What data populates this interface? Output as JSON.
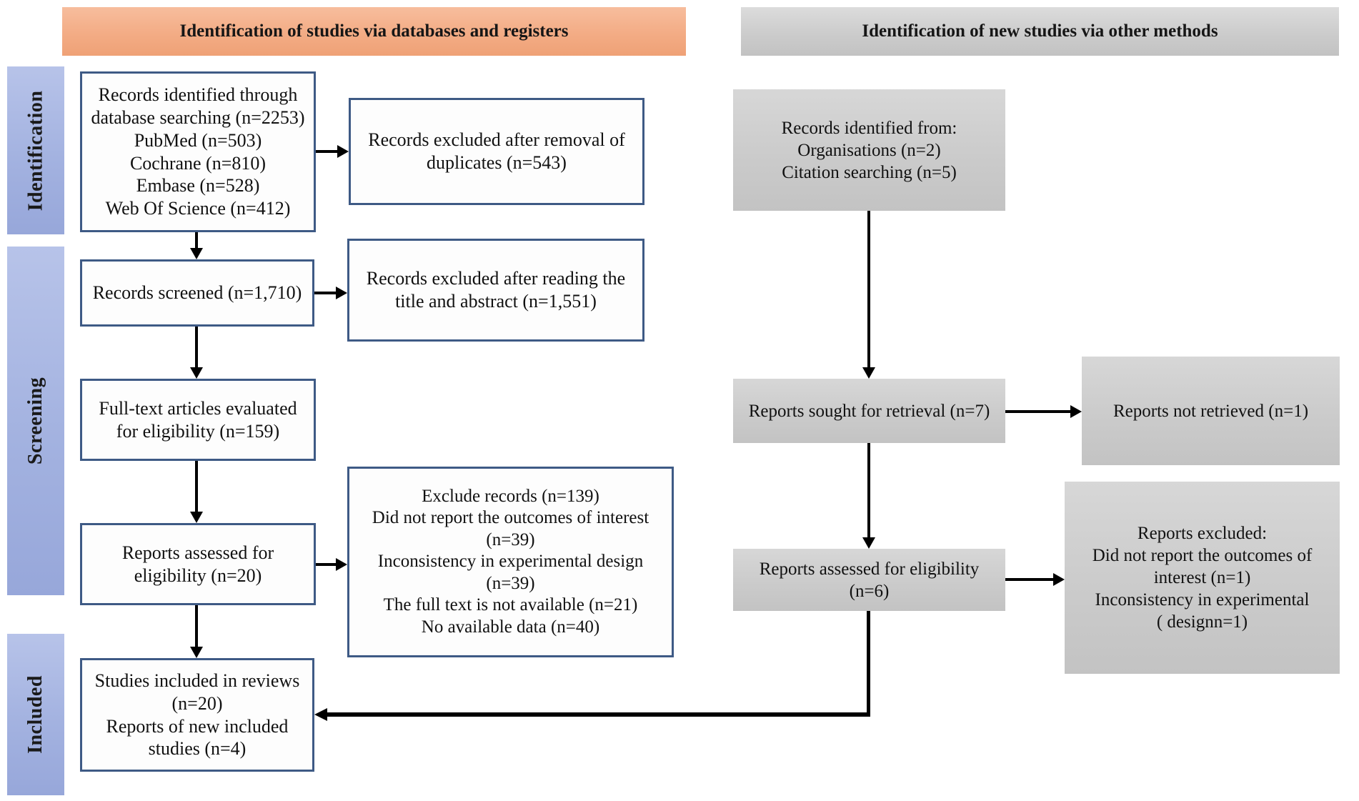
{
  "diagram": {
    "kind": "PRISMA flow diagram",
    "headers": {
      "databases": "Identification of studies via databases and registers",
      "other_methods": "Identification of new studies via other methods"
    },
    "stages": {
      "identification": "Identification",
      "screening": "Screening",
      "included": "Included"
    },
    "database_flow": {
      "records_identified": "Records identified through\ndatabase searching (n=2253)\nPubMed (n=503)\nCochrane (n=810)\nEmbase (n=528)\nWeb Of Science (n=412)",
      "duplicates_excluded": "Records excluded after removal of\nduplicates (n=543)",
      "records_screened": "Records screened (n=1,710)",
      "title_abstract_excluded": "Records excluded after reading the\ntitle and abstract (n=1,551)",
      "fulltext_evaluated": "Full-text articles evaluated\nfor eligibility (n=159)",
      "reports_assessed": "Reports assessed for\neligibility (n=20)",
      "exclusion_reasons": "Exclude records (n=139)\nDid not report the outcomes of interest\n(n=39)\nInconsistency in experimental design\n(n=39)\nThe full text is not available (n=21)\nNo available data (n=40)",
      "studies_included": "Studies included in reviews\n(n=20)\nReports of new included\nstudies (n=4)"
    },
    "other_methods_flow": {
      "records_identified": "Records identified from:\nOrganisations (n=2)\nCitation searching (n=5)",
      "reports_sought": "Reports sought for retrieval (n=7)",
      "reports_not_retrieved": "Reports not retrieved (n=1)",
      "reports_assessed": "Reports assessed for eligibility\n(n=6)",
      "reports_excluded": "Reports excluded:\nDid not report the outcomes of\ninterest (n=1)\nInconsistency in experimental\n( designn=1)"
    },
    "colors": {
      "header_orange_top": "#f7bd9d",
      "header_orange_bottom": "#efa176",
      "header_gray_top": "#dcdcdc",
      "header_gray_bottom": "#c2c2c2",
      "stage_bar_top": "#b7c3e9",
      "stage_bar_bottom": "#97a7da",
      "white_box_border": "#3e5a85",
      "gray_box_top": "#d7d7d7",
      "gray_box_bottom": "#c3c3c3",
      "arrow": "#000000"
    }
  }
}
